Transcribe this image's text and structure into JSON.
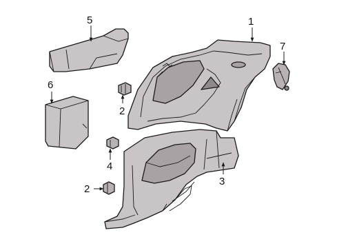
{
  "callouts": {
    "c1": "1",
    "c2a": "2",
    "c2b": "2",
    "c3": "3",
    "c4": "4",
    "c5": "5",
    "c6": "6",
    "c7": "7"
  },
  "colors": {
    "part_fill": "#c9c4c6",
    "part_dark": "#a8a2a5",
    "line": "#1a1a1a",
    "background": "#ffffff"
  }
}
